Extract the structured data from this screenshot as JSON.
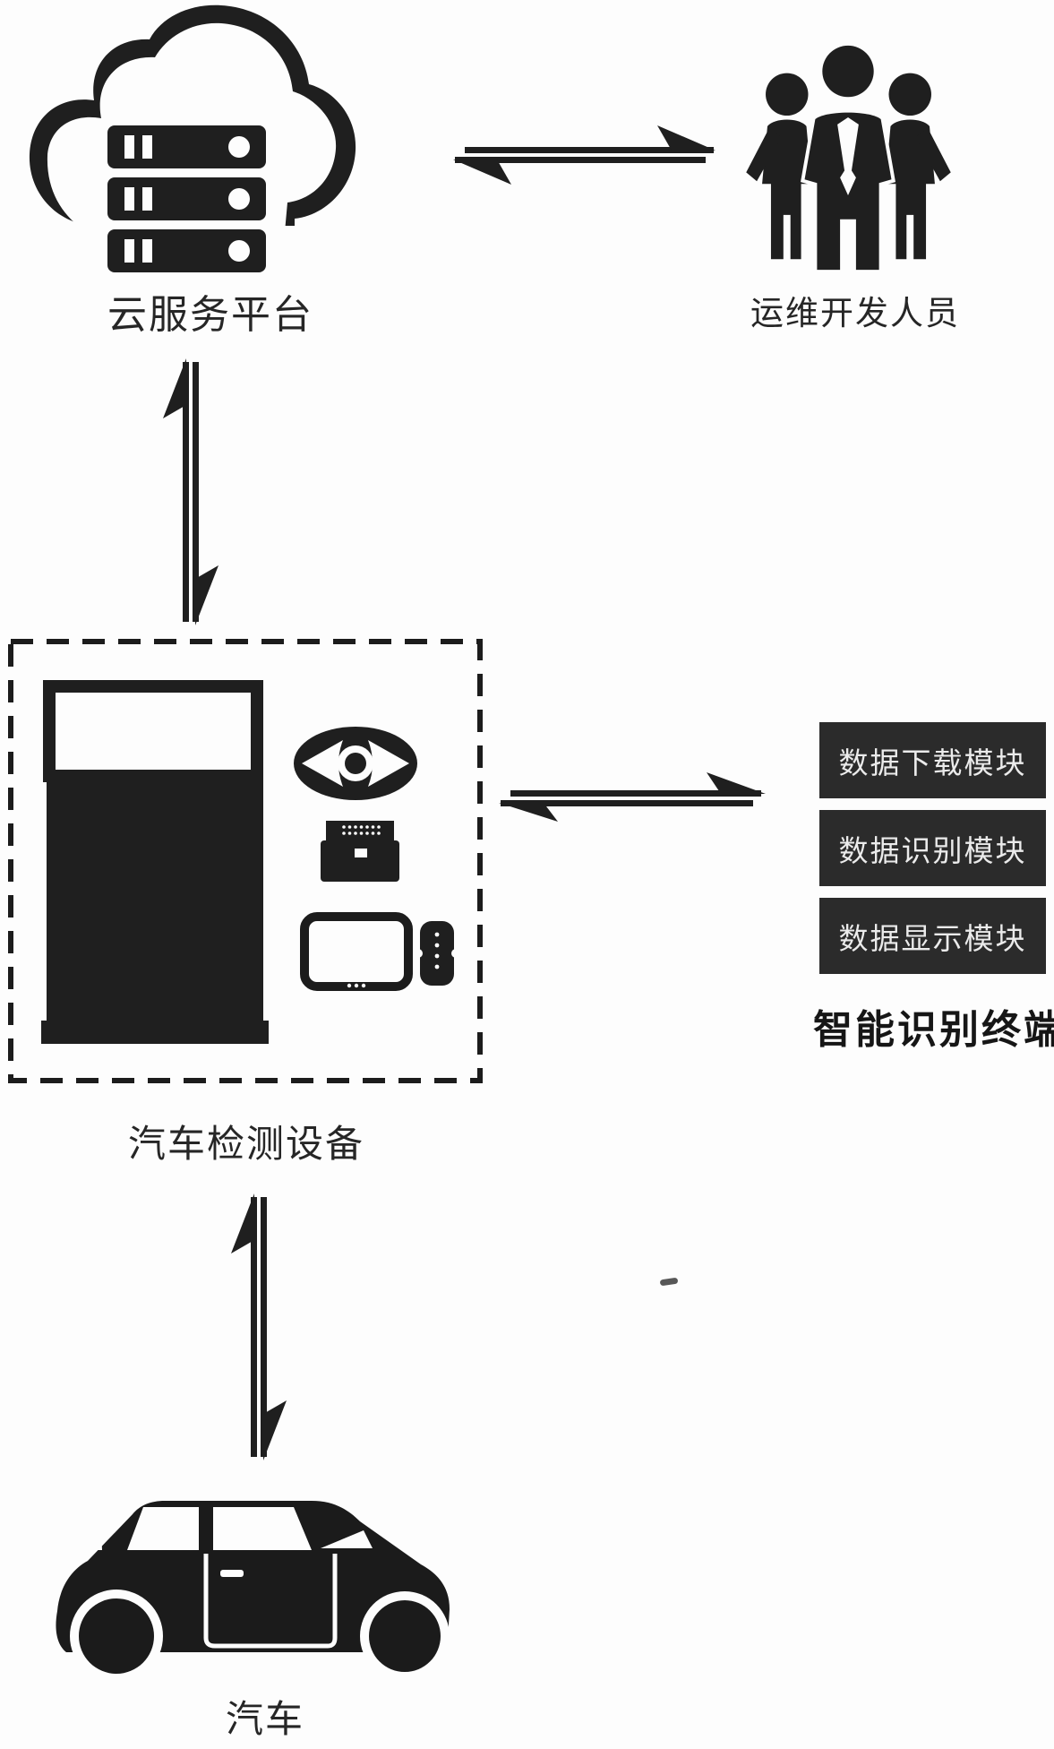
{
  "nodes": {
    "cloud_platform": {
      "label": "云服务平台"
    },
    "devops_staff": {
      "label": "运维开发人员"
    },
    "detection_equipment": {
      "label": "汽车检测设备"
    },
    "recognition_terminal": {
      "label": "智能识别终端",
      "modules": [
        {
          "label": "数据下载模块"
        },
        {
          "label": "数据识别模块"
        },
        {
          "label": "数据显示模块"
        }
      ]
    },
    "car": {
      "label": "汽车"
    }
  },
  "colors": {
    "ink": "#1f1f1f",
    "module_box": "#2b2b2b",
    "module_text": "#ebebeb",
    "background": "#fdfdfd"
  }
}
